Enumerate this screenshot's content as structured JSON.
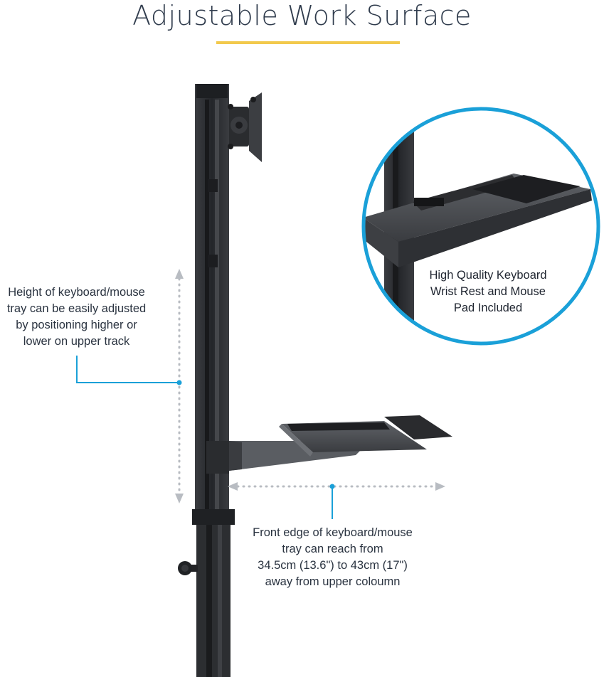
{
  "title": "Adjustable Work Surface",
  "callouts": {
    "height": [
      "Height of keyboard/mouse",
      "tray can be easily adjusted",
      "by positioning higher or",
      "lower on upper track"
    ],
    "reach": [
      "Front edge of keyboard/mouse",
      "tray can reach from",
      "34.5cm (13.6\") to 43cm (17\")",
      "away from upper coloumn"
    ],
    "detail": [
      "High Quality Keyboard",
      "Wrist Rest and Mouse",
      "Pad Included"
    ]
  },
  "colors": {
    "title": "#2f3b4c",
    "underline": "#f2c94c",
    "accent": "#1aa0d8",
    "dotted": "#b8bcc2",
    "metal": "#2b2d30"
  }
}
